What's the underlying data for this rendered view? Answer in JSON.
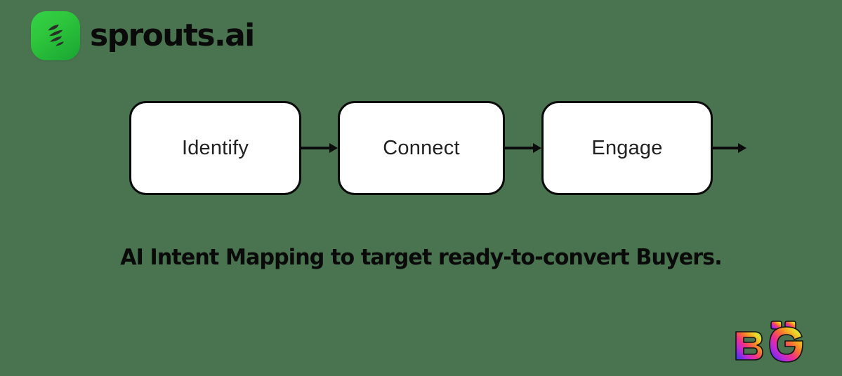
{
  "background_color": "#4a7350",
  "brand": {
    "mark_icon": "sprouts-leaf-icon",
    "mark_gradient_from": "#35d246",
    "mark_gradient_to": "#19a533",
    "wordmark": "sprouts.ai"
  },
  "flow": {
    "nodes": [
      {
        "label": "Identify"
      },
      {
        "label": "Connect"
      },
      {
        "label": "Engage"
      }
    ],
    "arrows": [
      {
        "icon": "arrow-right-icon"
      },
      {
        "icon": "arrow-right-icon"
      },
      {
        "icon": "arrow-right-icon"
      }
    ],
    "node_fill": "#ffffff",
    "node_border_color": "#0b0b0b",
    "label_color": "#212121"
  },
  "caption": {
    "text": "AI Intent Mapping to target ready-to-convert Buyers.",
    "color": "#0a0a0a"
  },
  "watermark": {
    "text": "BG",
    "icon": "bg-rainbow-logo-icon"
  }
}
